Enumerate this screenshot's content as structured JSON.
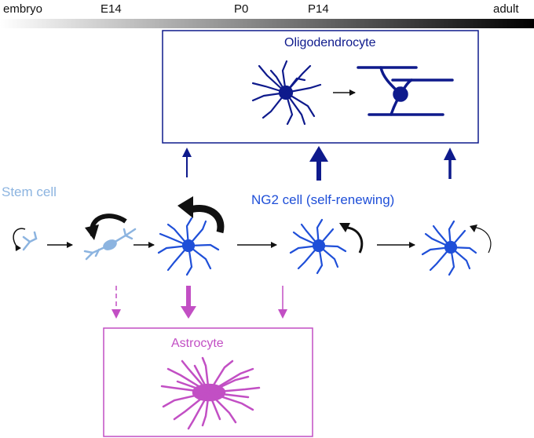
{
  "timeline": {
    "labels": [
      "embryo",
      "E14",
      "P0",
      "P14",
      "adult"
    ]
  },
  "boxes": {
    "oligodendrocyte": {
      "title": "Oligodendrocyte"
    },
    "astrocyte": {
      "title": "Astrocyte"
    }
  },
  "labels": {
    "stem_cell": "Stem cell",
    "ng2_cell": "NG2 cell (self-renewing)"
  },
  "colors": {
    "stem": "#8cb4e0",
    "ng2": "#1f4fd8",
    "oligo": "#0e1a8c",
    "astro": "#c24fc4",
    "black": "#111111"
  }
}
